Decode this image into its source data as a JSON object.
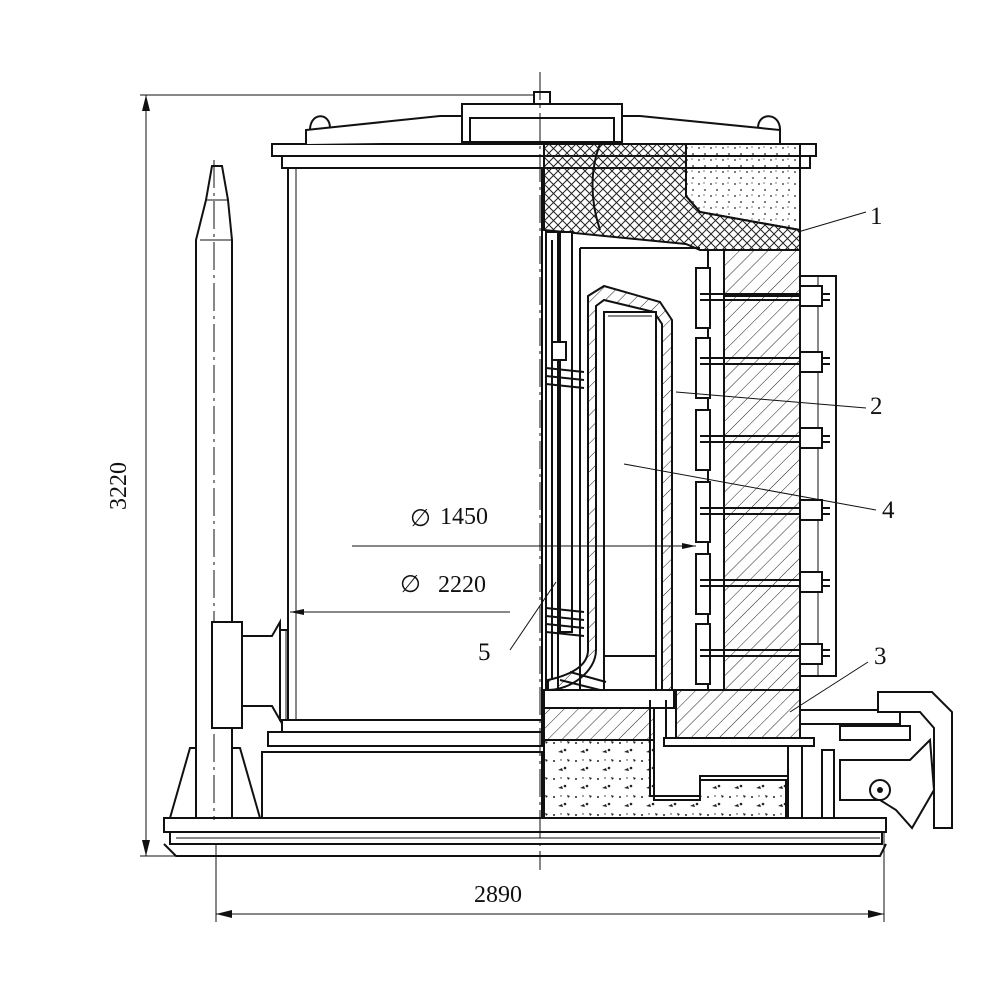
{
  "dimensions": {
    "height": "3220",
    "width": "2890",
    "inner_diameter": "1450",
    "outer_diameter": "2220",
    "diameter_symbol": "∅"
  },
  "callouts": [
    "1",
    "2",
    "3",
    "4",
    "5"
  ]
}
